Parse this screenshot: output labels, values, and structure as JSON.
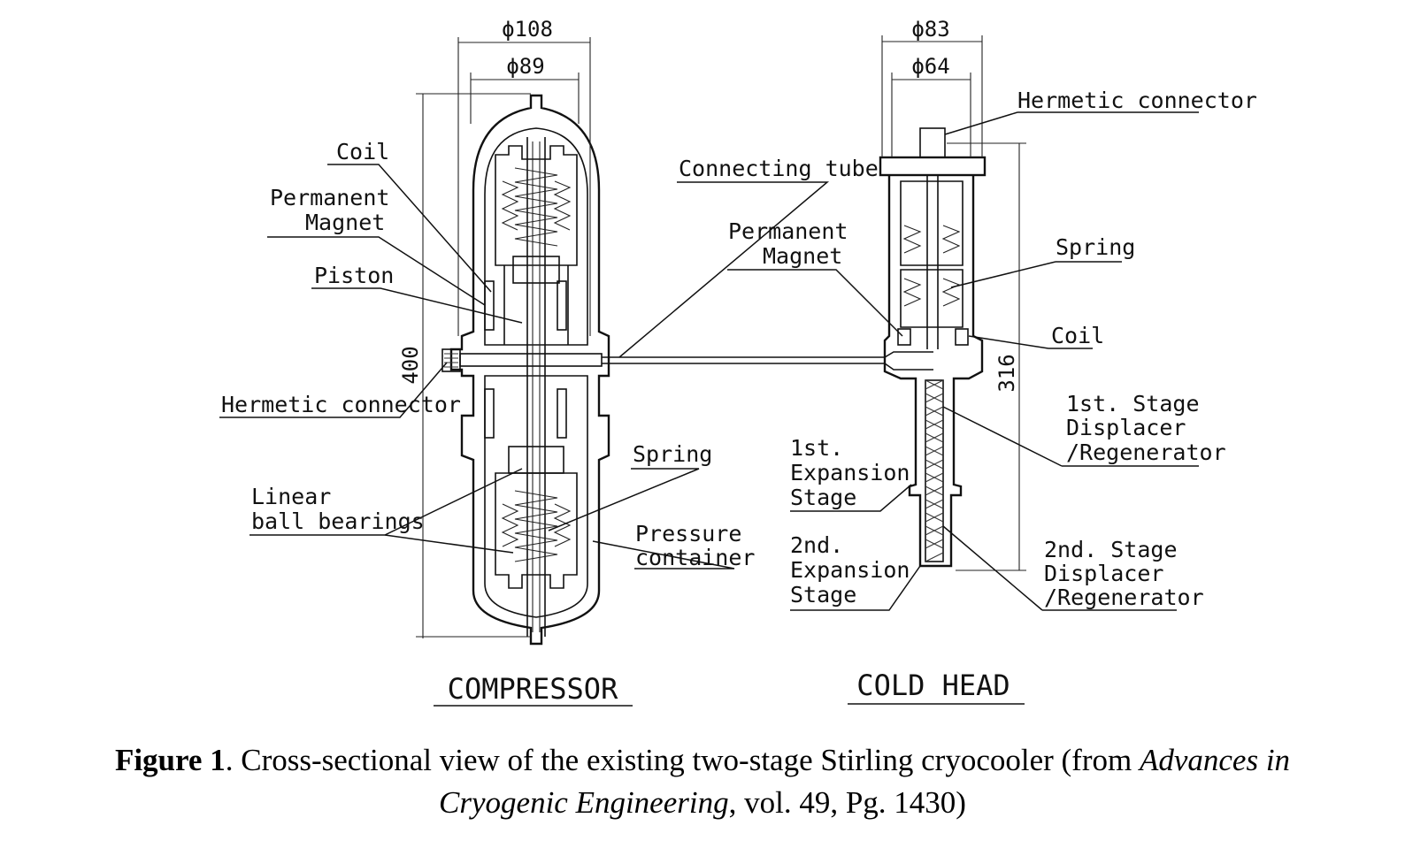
{
  "labels": {
    "coil_left": "Coil",
    "permanent_magnet_left_1": "Permanent",
    "permanent_magnet_left_2": "Magnet",
    "piston": "Piston",
    "hermetic_connector_left": "Hermetic connector",
    "linear_ball_bearings_1": "Linear",
    "linear_ball_bearings_2": "ball bearings",
    "spring_left": "Spring",
    "pressure_container_1": "Pressure",
    "pressure_container_2": "container",
    "connecting_tube": "Connecting tube",
    "permanent_magnet_right_1": "Permanent",
    "permanent_magnet_right_2": "Magnet",
    "hermetic_connector_right": "Hermetic connector",
    "spring_right": "Spring",
    "coil_right": "Coil",
    "first_displacer_1": "1st. Stage",
    "first_displacer_2": "Displacer",
    "first_displacer_3": "/Regenerator",
    "first_expansion_1": "1st.",
    "first_expansion_2": "Expansion",
    "first_expansion_3": "Stage",
    "second_expansion_1": "2nd.",
    "second_expansion_2": "Expansion",
    "second_expansion_3": "Stage",
    "second_displacer_1": "2nd. Stage",
    "second_displacer_2": "Displacer",
    "second_displacer_3": "/Regenerator",
    "compressor": "COMPRESSOR",
    "cold_head": "COLD HEAD"
  },
  "dimensions": {
    "compressor_outer_dia": "ϕ108",
    "compressor_inner_dia": "ϕ89",
    "compressor_height": "400",
    "coldhead_outer_dia": "ϕ83",
    "coldhead_inner_dia": "ϕ64",
    "coldhead_height": "316"
  },
  "caption": {
    "figure_label": "Figure 1",
    "text_1": ". Cross-sectional view of the existing two-stage Stirling cryocooler (from ",
    "source_italic_1": "Advances in",
    "source_italic_2": "Cryogenic Engineering",
    "text_2": ", vol. 49, Pg. 1430)"
  }
}
